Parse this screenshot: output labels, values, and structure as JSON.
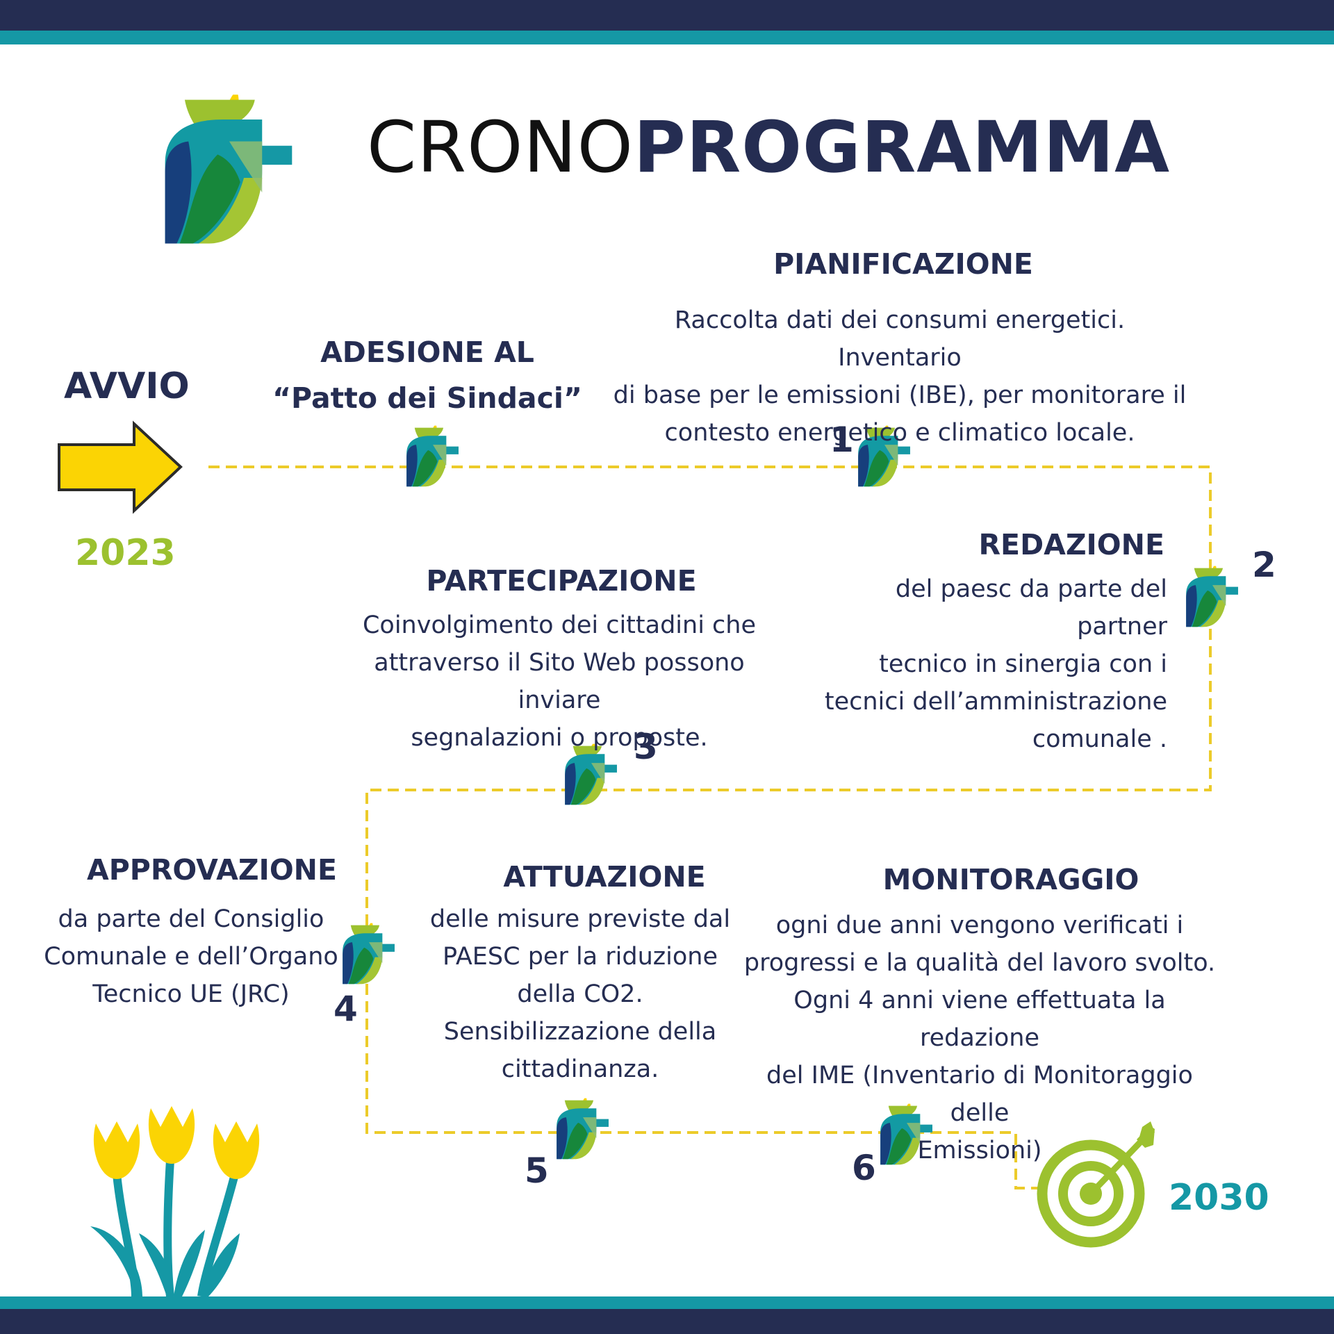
{
  "title": {
    "light": "CRONO",
    "bold": "PROGRAMMA"
  },
  "colors": {
    "navy": "#252d52",
    "teal": "#1598a5",
    "green": "#9cc12f",
    "yellow": "#fbd404",
    "path": "#eccb2a"
  },
  "start": {
    "label": "AVVIO",
    "year": "2023"
  },
  "finish": {
    "year": "2030"
  },
  "adesione": {
    "line1": "ADESIONE AL",
    "line2": "“Patto dei Sindaci”"
  },
  "steps": [
    {
      "number": "1",
      "title": "PIANIFICAZIONE",
      "lines": [
        "Raccolta dati dei consumi energetici. Inventario",
        "di base per le emissioni (IBE), per monitorare il",
        "contesto energetico e climatico locale."
      ]
    },
    {
      "number": "2",
      "title": "REDAZIONE",
      "lines": [
        "del paesc da parte del partner",
        "tecnico in sinergia con i",
        "tecnici dell’amministrazione",
        "comunale ."
      ]
    },
    {
      "number": "3",
      "title": "PARTECIPAZIONE",
      "lines": [
        "Coinvolgimento dei cittadini che",
        "attraverso il Sito Web possono inviare",
        "segnalazioni o proposte."
      ]
    },
    {
      "number": "4",
      "title": "APPROVAZIONE",
      "lines": [
        "da parte del Consiglio",
        "Comunale e dell’Organo",
        "Tecnico UE (JRC)"
      ]
    },
    {
      "number": "5",
      "title": "ATTUAZIONE",
      "lines": [
        "delle misure previste dal",
        "PAESC per la riduzione",
        "della CO2.",
        "Sensibilizzazione della",
        "cittadinanza."
      ]
    },
    {
      "number": "6",
      "title": "MONITORAGGIO",
      "lines": [
        "ogni due anni vengono verificati i",
        "progressi e la qualità del lavoro svolto.",
        "Ogni 4 anni viene effettuata la redazione",
        "del IME (Inventario di Monitoraggio delle",
        "Emissioni)"
      ]
    }
  ]
}
